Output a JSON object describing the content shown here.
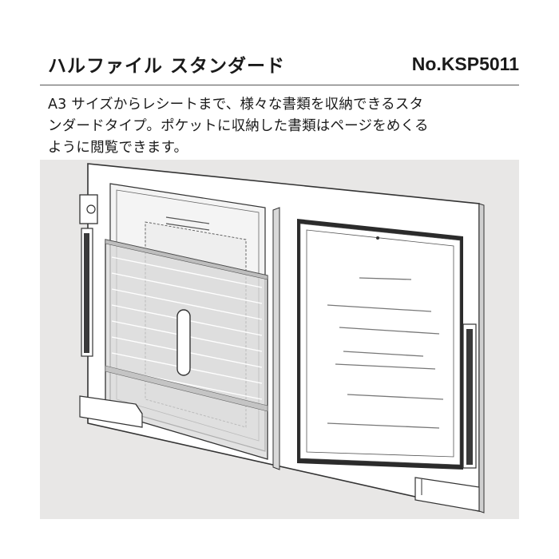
{
  "product": {
    "name": "ハルファイル スタンダード",
    "code": "No.KSP5011"
  },
  "description": {
    "lines": [
      "A3 サイズからレシートまで、様々な書類を収納できるスタ",
      "ンダードタイプ。ポケットに収納した書類はページをめくる",
      "ように閲覧できます。"
    ]
  },
  "colors": {
    "background_panel": "#e8e7e6",
    "board": "#ffffff",
    "outline": "#333333",
    "pocket_fill": "#dcdcdc"
  }
}
